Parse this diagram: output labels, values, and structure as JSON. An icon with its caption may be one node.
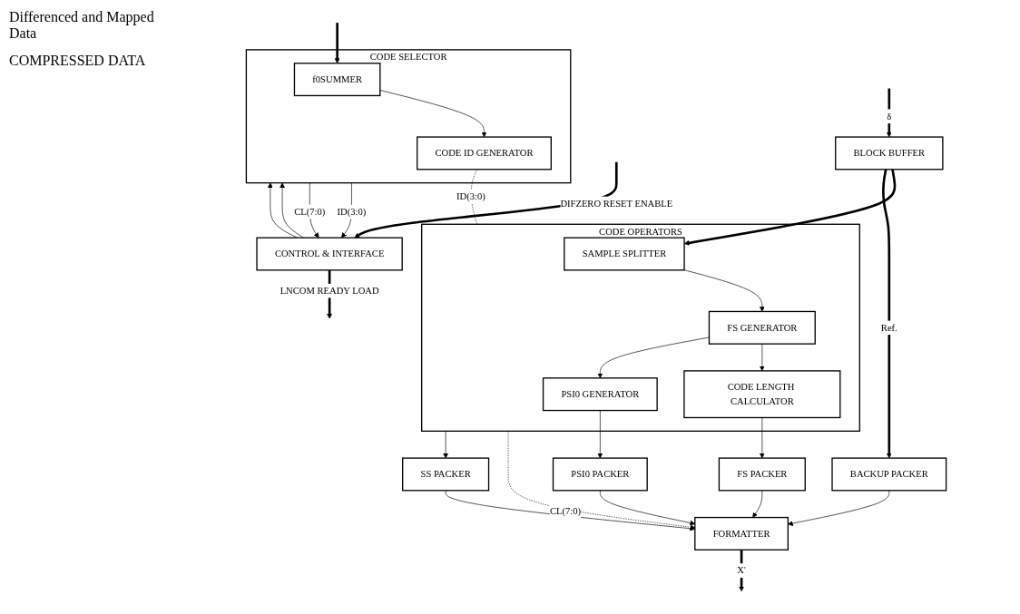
{
  "diagram": {
    "nodes": [
      {
        "text": [
          "BLOCK BUFFER"
        ]
      },
      {
        "text": [
          "CODE SELECTOR"
        ]
      },
      {
        "text": [
          "f0SUMMER"
        ],
        "in": 1
      },
      {
        "text": [
          "CODE ID GENERATOR"
        ],
        "in": 1
      },
      {
        "text": [
          "CODE OPERATORS"
        ]
      },
      {
        "text": [
          "SAMPLE SPLITTER"
        ],
        "in": 4
      },
      {
        "text": [
          "FS GENERATOR"
        ],
        "in": 4
      },
      {
        "text": [
          "CODE LENGTH CALCULATOR"
        ],
        "in": 4
      },
      {
        "text": [
          "PSI0 GENERATOR"
        ],
        "in": 4
      },
      {
        "text": [
          "CONTROL & INTERFACE"
        ]
      },
      {
        "text": [
          "BACKUP PACKER"
        ]
      },
      {
        "text": [
          "FS PACKER"
        ]
      },
      {
        "text": [
          "SS PACKER"
        ]
      },
      {
        "text": [
          "PSI0 PACKER"
        ]
      },
      {
        "text": [
          "FORMATTER"
        ]
      }
    ],
    "edges": [
      {
        "from": null,
        "to": 0,
        "arrow": "to",
        "label": "δ",
        "style": "thick"
      },
      {
        "from": null,
        "to": 2,
        "arrow": "to",
        "style": "thick"
      },
      {
        "from": 0,
        "to": 5,
        "arrow": "to",
        "style": "thick"
      },
      {
        "from": 0,
        "to": 10,
        "arrow": "to",
        "label": "Ref.",
        "style": "thick"
      },
      {
        "from": 2,
        "to": 3,
        "arrow": "to"
      },
      {
        "from": 5,
        "to": 6,
        "arrow": "to"
      },
      {
        "from": 6,
        "to": 7,
        "arrow": "to"
      },
      {
        "from": 6,
        "to": 8,
        "arrow": "to"
      },
      {
        "from": 3,
        "to": 4,
        "arrow": "none",
        "label": "ID(3:0)",
        "style": "dashed"
      },
      {
        "from": 1,
        "to": 9,
        "arrow": "to",
        "label": "ID(3:0)"
      },
      {
        "from": 1,
        "to": 9,
        "arrow": "to",
        "label": "CL(7:0)"
      },
      {
        "from": 9,
        "to": 1,
        "arrow": "to"
      },
      {
        "from": 9,
        "to": 1,
        "arrow": "to"
      },
      {
        "from": 4,
        "to": 14,
        "arrow": "to",
        "label": "CL(7:0)",
        "style": "dashed"
      },
      {
        "from": 7,
        "to": 11,
        "arrow": "to"
      },
      {
        "from": 4,
        "to": 12,
        "arrow": "to"
      },
      {
        "from": 8,
        "to": 13,
        "arrow": "to"
      },
      {
        "from": 10,
        "to": 14,
        "arrow": "to"
      },
      {
        "from": 11,
        "to": 14,
        "arrow": "to"
      },
      {
        "from": 12,
        "to": 14,
        "arrow": "to"
      },
      {
        "from": 13,
        "to": 14,
        "arrow": "to"
      },
      {
        "from": null,
        "to": 9,
        "arrow": "to",
        "label": "DIFZERO RESET ENABLE",
        "style": "thick"
      },
      {
        "from": 9,
        "to": null,
        "arrow": "to",
        "label": "LNCOM READY LOAD",
        "style": "thick"
      },
      {
        "from": 14,
        "to": null,
        "arrow": "to",
        "label": "X'",
        "style": "thick"
      }
    ],
    "labels": [
      "Differenced and Mapped Data",
      "COMPRESSED DATA"
    ]
  }
}
